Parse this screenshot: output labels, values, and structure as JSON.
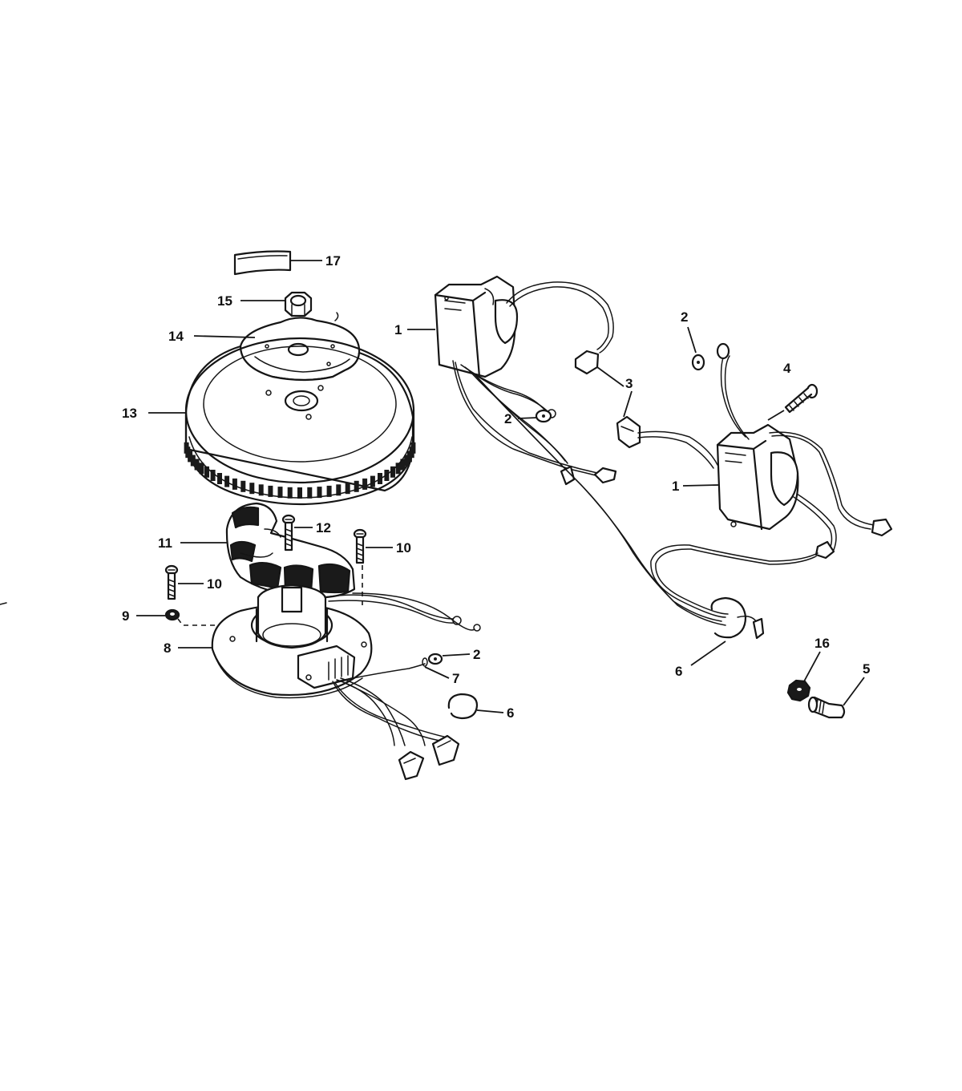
{
  "diagram": {
    "callouts": [
      {
        "id": "c17",
        "text": "17"
      },
      {
        "id": "c15",
        "text": "15"
      },
      {
        "id": "c14",
        "text": "14"
      },
      {
        "id": "c13",
        "text": "13"
      },
      {
        "id": "c12",
        "text": "12"
      },
      {
        "id": "c11",
        "text": "11"
      },
      {
        "id": "c10a",
        "text": "10"
      },
      {
        "id": "c10b",
        "text": "10"
      },
      {
        "id": "c9",
        "text": "9"
      },
      {
        "id": "c8",
        "text": "8"
      },
      {
        "id": "c2a",
        "text": "2"
      },
      {
        "id": "c7",
        "text": "7"
      },
      {
        "id": "c6a",
        "text": "6"
      },
      {
        "id": "c1a",
        "text": "1"
      },
      {
        "id": "c2b",
        "text": "2"
      },
      {
        "id": "c3",
        "text": "3"
      },
      {
        "id": "c2c",
        "text": "2"
      },
      {
        "id": "c4",
        "text": "4"
      },
      {
        "id": "c1b",
        "text": "1"
      },
      {
        "id": "c6b",
        "text": "6"
      },
      {
        "id": "c16",
        "text": "16"
      },
      {
        "id": "c5",
        "text": "5"
      }
    ]
  },
  "colors": {
    "ink": "#151515",
    "paper": "#ffffff"
  }
}
